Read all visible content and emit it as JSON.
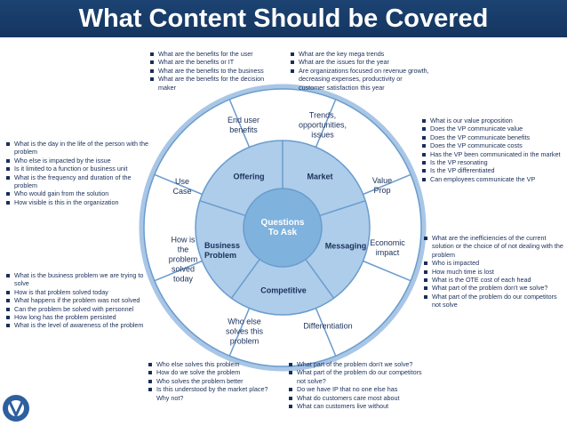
{
  "title": "What Content Should be Covered",
  "colors": {
    "header": "#1c4372",
    "outer_ring": "#ffffff",
    "middle_ring": "#aecdea",
    "center": "#7fb2dd",
    "border": "#6a9ccd",
    "text": "#1a2f5a"
  },
  "center_label": [
    "Questions",
    "To Ask"
  ],
  "inner_labels": {
    "offering": "Offering",
    "market": "Market",
    "messaging": "Messaging",
    "competitive": "Competitive",
    "business_problem": [
      "Business",
      "Problem"
    ]
  },
  "outer_labels": {
    "end_user_benefits": [
      "End user",
      "benefits"
    ],
    "trends": [
      "Trends,",
      "opportunities,",
      "issues"
    ],
    "value_prop": [
      "Value",
      "Prop"
    ],
    "economic_impact": [
      "Economic",
      "impact"
    ],
    "differentiation": [
      "Differentiation"
    ],
    "who_else": [
      "Who else",
      "solves this",
      "problem"
    ],
    "how_is_problem_solved": [
      "How is",
      "the",
      "problem",
      "solved",
      "today"
    ],
    "use_case": [
      "Use",
      "Case"
    ]
  },
  "notes": {
    "top_center": [
      "What are the benefits for the user",
      "What are the benefits or IT",
      "What are the benefits to the business",
      "What are the benefits for the decision maker"
    ],
    "top_right": [
      "What are the key mega trends",
      "What are the issues for the year",
      "Are organizations focused on revenue growth, decreasing expenses, productivity or customer satisfaction this year"
    ],
    "right_upper": [
      "What is our value proposition",
      "Does the VP communicate value",
      "Does the VP communicate benefits",
      "Does the VP communicate costs",
      "Has the VP been communicated in the market",
      "Is the VP resonating",
      "Is the VP differentiated",
      "Can employees communicate the VP"
    ],
    "right_lower": [
      "What are the inefficiencies of the current solution or the choice of of not dealing with the problem",
      "Who is impacted",
      "How much time is lost",
      "What is the OTE cost of each head",
      "What part of the problem don't we solve?",
      "What part of the problem do our competitors not solve"
    ],
    "left_upper": [
      "What is the day in the life of the person with the problem",
      "Who else is impacted by the issue",
      "Is it limited to a function or business unit",
      "What is the frequency and duration of the problem",
      "Who would gain from the solution",
      "How visible is this in the organization"
    ],
    "left_lower": [
      "What is the business problem we are trying to solve",
      "How is that problem solved today",
      "What happens if the problem was not solved",
      "Can the problem be solved with personnel",
      "How long has the problem persisted",
      "What is the level of awareness of the problem"
    ],
    "bottom_center": [
      "Who else solves this problem",
      "How do we solve the problem",
      "Who solves the problem better",
      "Is this understood by the market place?  Why not?"
    ],
    "bottom_right": [
      "What part of the problem don't we solve?",
      "What part of the problem do our competitors not solve?",
      "Do we have IP that no one else has",
      "What do customers care most about",
      "What can customers live without"
    ]
  }
}
